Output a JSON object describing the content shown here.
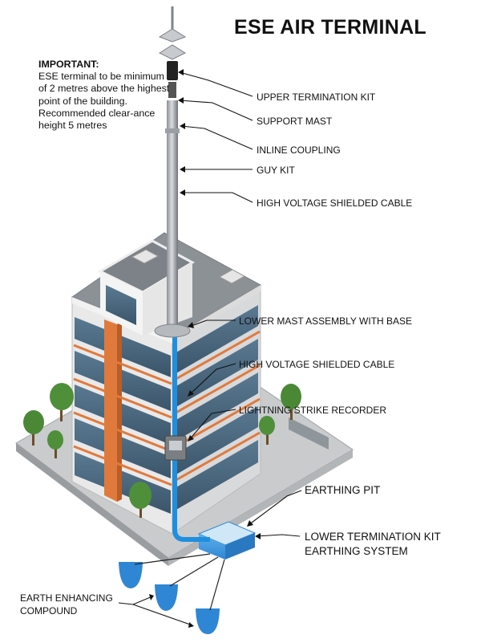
{
  "title": "ESE AIR TERMINAL",
  "note": {
    "heading": "IMPORTANT:",
    "body": "ESE terminal to be minimum of 2 metres above the highest point of the building. Recommended clear-ance height 5 metres"
  },
  "labels": {
    "upper_termination_kit": "UPPER TERMINATION KIT",
    "support_mast": "SUPPORT MAST",
    "inline_coupling": "INLINE COUPLING",
    "guy_kit": "GUY KIT",
    "hv_shielded_cable_top": "HIGH VOLTAGE SHIELDED CABLE",
    "lower_mast_assembly": "LOWER MAST ASSEMBLY WITH BASE",
    "hv_shielded_cable_mid": "HIGH VOLTAGE SHIELDED CABLE",
    "lightning_strike_recorder": "LIGHTNING STRIKE RECORDER",
    "earthing_pit": "EARTHING PIT",
    "lower_termination_kit": "LOWER TERMINATION KIT",
    "earthing_system": "EARTHING SYSTEM",
    "earth_enhancing_compound_1": "EARTH ENHANCING",
    "earth_enhancing_compound_2": "COMPOUND"
  },
  "colors": {
    "cable": "#1e8fe0",
    "facade_orange": "#e07a3c",
    "glass": "#4f6f86",
    "wall": "#e9e9ea",
    "roof": "#8c9196",
    "compound": "#2f86d4",
    "tree": "#4f8f3a"
  }
}
